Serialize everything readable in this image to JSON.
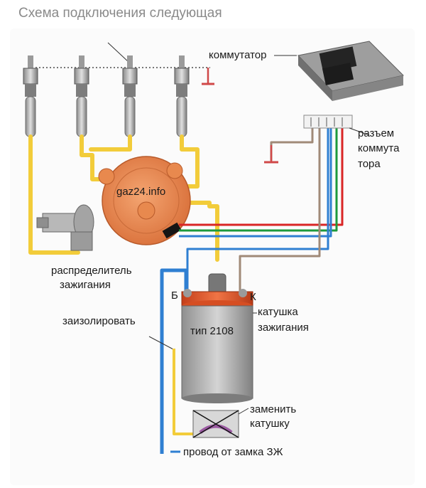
{
  "title": "Схема подключения следующая",
  "labels": {
    "commutator": "коммутатор",
    "connector_line1": "разъем",
    "connector_line2": "коммута",
    "connector_line3": "тора",
    "watermark": "gaz24.info",
    "distributor_line1": "распределитель",
    "distributor_line2": "зажигания",
    "terminal_b": "Б",
    "terminal_k": "К",
    "coil_line1": "катушка",
    "coil_line2": "зажигания",
    "coil_type": "тип 2108",
    "insulate": "заизолировать",
    "replace_line1": "заменить",
    "replace_line2": "катушку",
    "lock_wire": "провод от замка ЗЖ"
  },
  "colors": {
    "hv_wire": "#f2cc3a",
    "distributor_cap": "#e8894e",
    "coil_top": "#e4592a",
    "wire_blue": "#2f7fd2",
    "wire_red": "#d92525",
    "wire_green": "#1e9a3c",
    "wire_brown": "#a08a78",
    "ground_symbol": "#d04848"
  }
}
